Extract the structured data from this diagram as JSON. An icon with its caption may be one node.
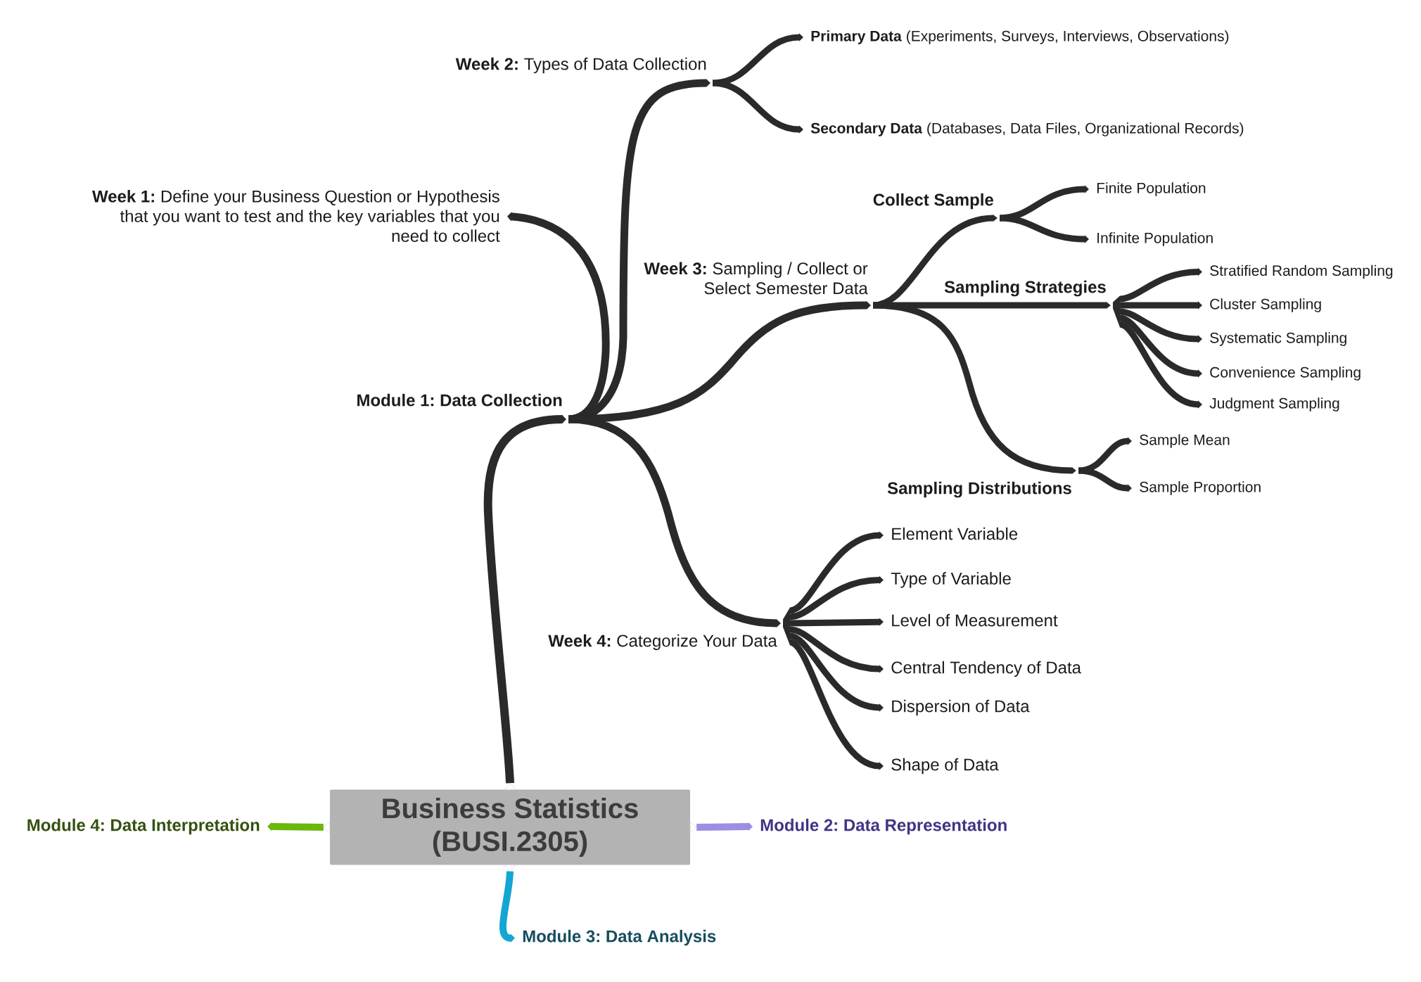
{
  "diagram": {
    "nodes": [
      {
        "text": [
          "Business Statistics (BUSI.2305)"
        ]
      },
      {
        "text": [
          "Module 1: Data Collection"
        ]
      },
      {
        "text": [
          "**Week 1:** Define your Business Question or Hypothesis that you want to test and the key variables that you need to collect"
        ]
      },
      {
        "text": [
          "**Week 2:** Types of Data Collection"
        ]
      },
      {
        "text": [
          "**Primary Data** (Experiments, Surveys, Interviews, Observations)"
        ]
      },
      {
        "text": [
          "**Secondary Data** (Databases, Data Files, Organizational Records)"
        ]
      },
      {
        "text": [
          "**Week 3:** Sampling / Collect or Select Semester Data"
        ]
      },
      {
        "text": [
          "Collect Sample"
        ]
      },
      {
        "text": [
          "Finite Population"
        ]
      },
      {
        "text": [
          "Infinite Population"
        ]
      },
      {
        "text": [
          "Sampling Strategies"
        ]
      },
      {
        "text": [
          "Stratified Random Sampling"
        ]
      },
      {
        "text": [
          "Cluster Sampling"
        ]
      },
      {
        "text": [
          "Systematic Sampling"
        ]
      },
      {
        "text": [
          "Convenience Sampling"
        ]
      },
      {
        "text": [
          "Judgment Sampling"
        ]
      },
      {
        "text": [
          "Sampling Distributions"
        ]
      },
      {
        "text": [
          "Sample Mean"
        ]
      },
      {
        "text": [
          "Sample Proportion"
        ]
      },
      {
        "text": [
          "**Week 4:** Categorize Your Data"
        ]
      },
      {
        "text": [
          "Element Variable"
        ]
      },
      {
        "text": [
          "Type of Variable"
        ]
      },
      {
        "text": [
          "Level of Measurement"
        ]
      },
      {
        "text": [
          "Central Tendency of Data"
        ]
      },
      {
        "text": [
          "Dispersion of Data"
        ]
      },
      {
        "text": [
          "Shape of Data"
        ]
      },
      {
        "text": [
          "Module 2: Data Representation"
        ]
      },
      {
        "text": [
          "Module 3: Data Analysis"
        ]
      },
      {
        "text": [
          "Module 4: Data Interpretation"
        ]
      }
    ],
    "edges": [
      {
        "from": 0,
        "to": 1,
        "arrow": "to"
      },
      {
        "from": 1,
        "to": 2,
        "arrow": "to"
      },
      {
        "from": 1,
        "to": 3,
        "arrow": "to"
      },
      {
        "from": 3,
        "to": 4,
        "arrow": "to"
      },
      {
        "from": 3,
        "to": 5,
        "arrow": "to"
      },
      {
        "from": 1,
        "to": 6,
        "arrow": "to"
      },
      {
        "from": 6,
        "to": 7,
        "arrow": "to"
      },
      {
        "from": 7,
        "to": 8,
        "arrow": "to"
      },
      {
        "from": 7,
        "to": 9,
        "arrow": "to"
      },
      {
        "from": 6,
        "to": 10,
        "arrow": "to"
      },
      {
        "from": 10,
        "to": 11,
        "arrow": "to"
      },
      {
        "from": 10,
        "to": 12,
        "arrow": "to"
      },
      {
        "from": 10,
        "to": 13,
        "arrow": "to"
      },
      {
        "from": 10,
        "to": 14,
        "arrow": "to"
      },
      {
        "from": 10,
        "to": 15,
        "arrow": "to"
      },
      {
        "from": 6,
        "to": 16,
        "arrow": "to"
      },
      {
        "from": 16,
        "to": 17,
        "arrow": "to"
      },
      {
        "from": 16,
        "to": 18,
        "arrow": "to"
      },
      {
        "from": 1,
        "to": 19,
        "arrow": "to"
      },
      {
        "from": 19,
        "to": 20,
        "arrow": "to"
      },
      {
        "from": 19,
        "to": 21,
        "arrow": "to"
      },
      {
        "from": 19,
        "to": 22,
        "arrow": "to"
      },
      {
        "from": 19,
        "to": 23,
        "arrow": "to"
      },
      {
        "from": 19,
        "to": 24,
        "arrow": "to"
      },
      {
        "from": 19,
        "to": 25,
        "arrow": "to"
      },
      {
        "from": 0,
        "to": 26,
        "arrow": "to",
        "color": "#9b8fe2"
      },
      {
        "from": 0,
        "to": 27,
        "arrow": "to",
        "color": "#12a6d4"
      },
      {
        "from": 0,
        "to": 28,
        "arrow": "to",
        "color": "#6ab80b"
      }
    ]
  }
}
